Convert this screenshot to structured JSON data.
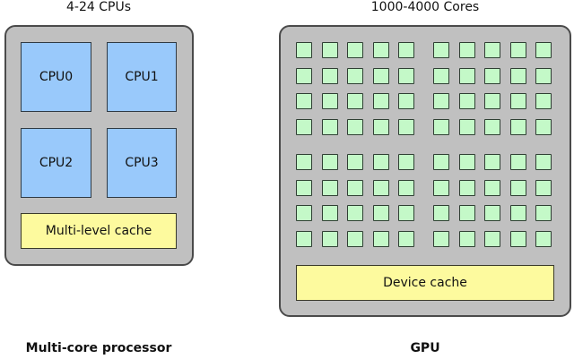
{
  "cpu_diagram": {
    "top_label": "4-24 CPUs",
    "bottom_label": "Multi-core processor",
    "cores": [
      "CPU0",
      "CPU1",
      "CPU2",
      "CPU3"
    ],
    "cache_label": "Multi-level cache"
  },
  "gpu_diagram": {
    "top_label": "1000-4000 Cores",
    "bottom_label": "GPU",
    "core_grid": {
      "rows": 8,
      "columns": 10,
      "groups": "2x2 blocks of 4x5 cores"
    },
    "cache_label": "Device cache"
  },
  "colors": {
    "chip_fill": "#c0c0c0",
    "cpu_fill": "#99c9fb",
    "cache_fill": "#fdfa9e",
    "gpu_core_fill": "#c4f9c8"
  }
}
